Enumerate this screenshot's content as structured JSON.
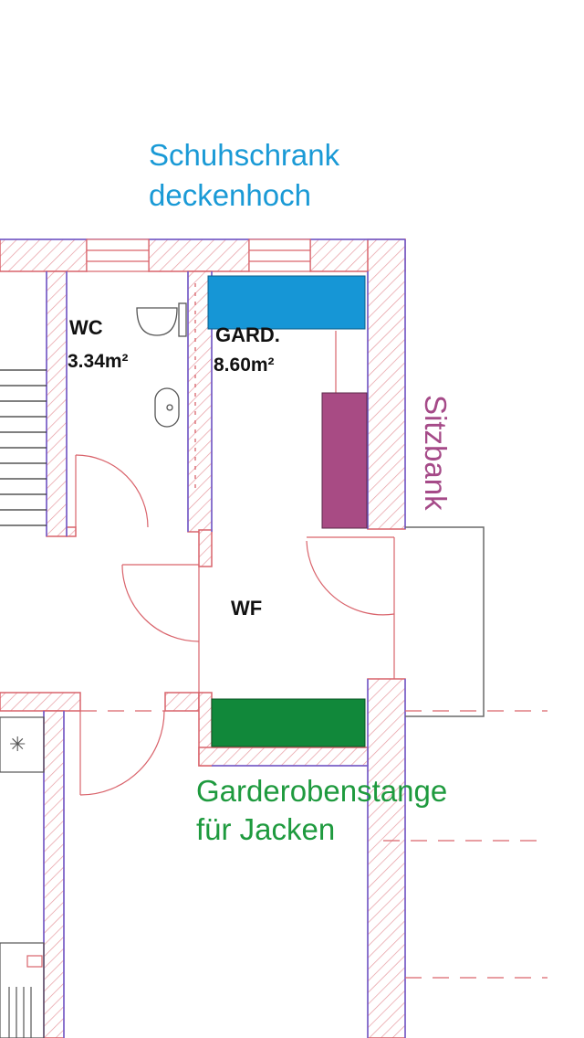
{
  "annotations": {
    "shoe_cabinet": {
      "line1": "Schuhschrank",
      "line2": "deckenhoch",
      "color": "#1a9ad6"
    },
    "bench": {
      "text": "Sitzbank",
      "color": "#a54a88"
    },
    "coat_rail": {
      "line1": "Garderobenstange",
      "line2": "für Jacken",
      "color": "#1e9a3e"
    }
  },
  "rooms": {
    "wc": {
      "name": "WC",
      "area": "3.34m²"
    },
    "gard": {
      "name": "GARD.",
      "area": "8.60m²"
    },
    "wf": {
      "name": "WF"
    }
  },
  "colors": {
    "wall_outline": "#d9636b",
    "wall_hatch": "#e79aa0",
    "wall_edge": "#6a5fd6",
    "dim_line": "#6a6a6a",
    "shoe_cabinet_fill": "#1696d6",
    "bench_fill": "#a84b84",
    "coat_rail_fill": "#11883a"
  }
}
